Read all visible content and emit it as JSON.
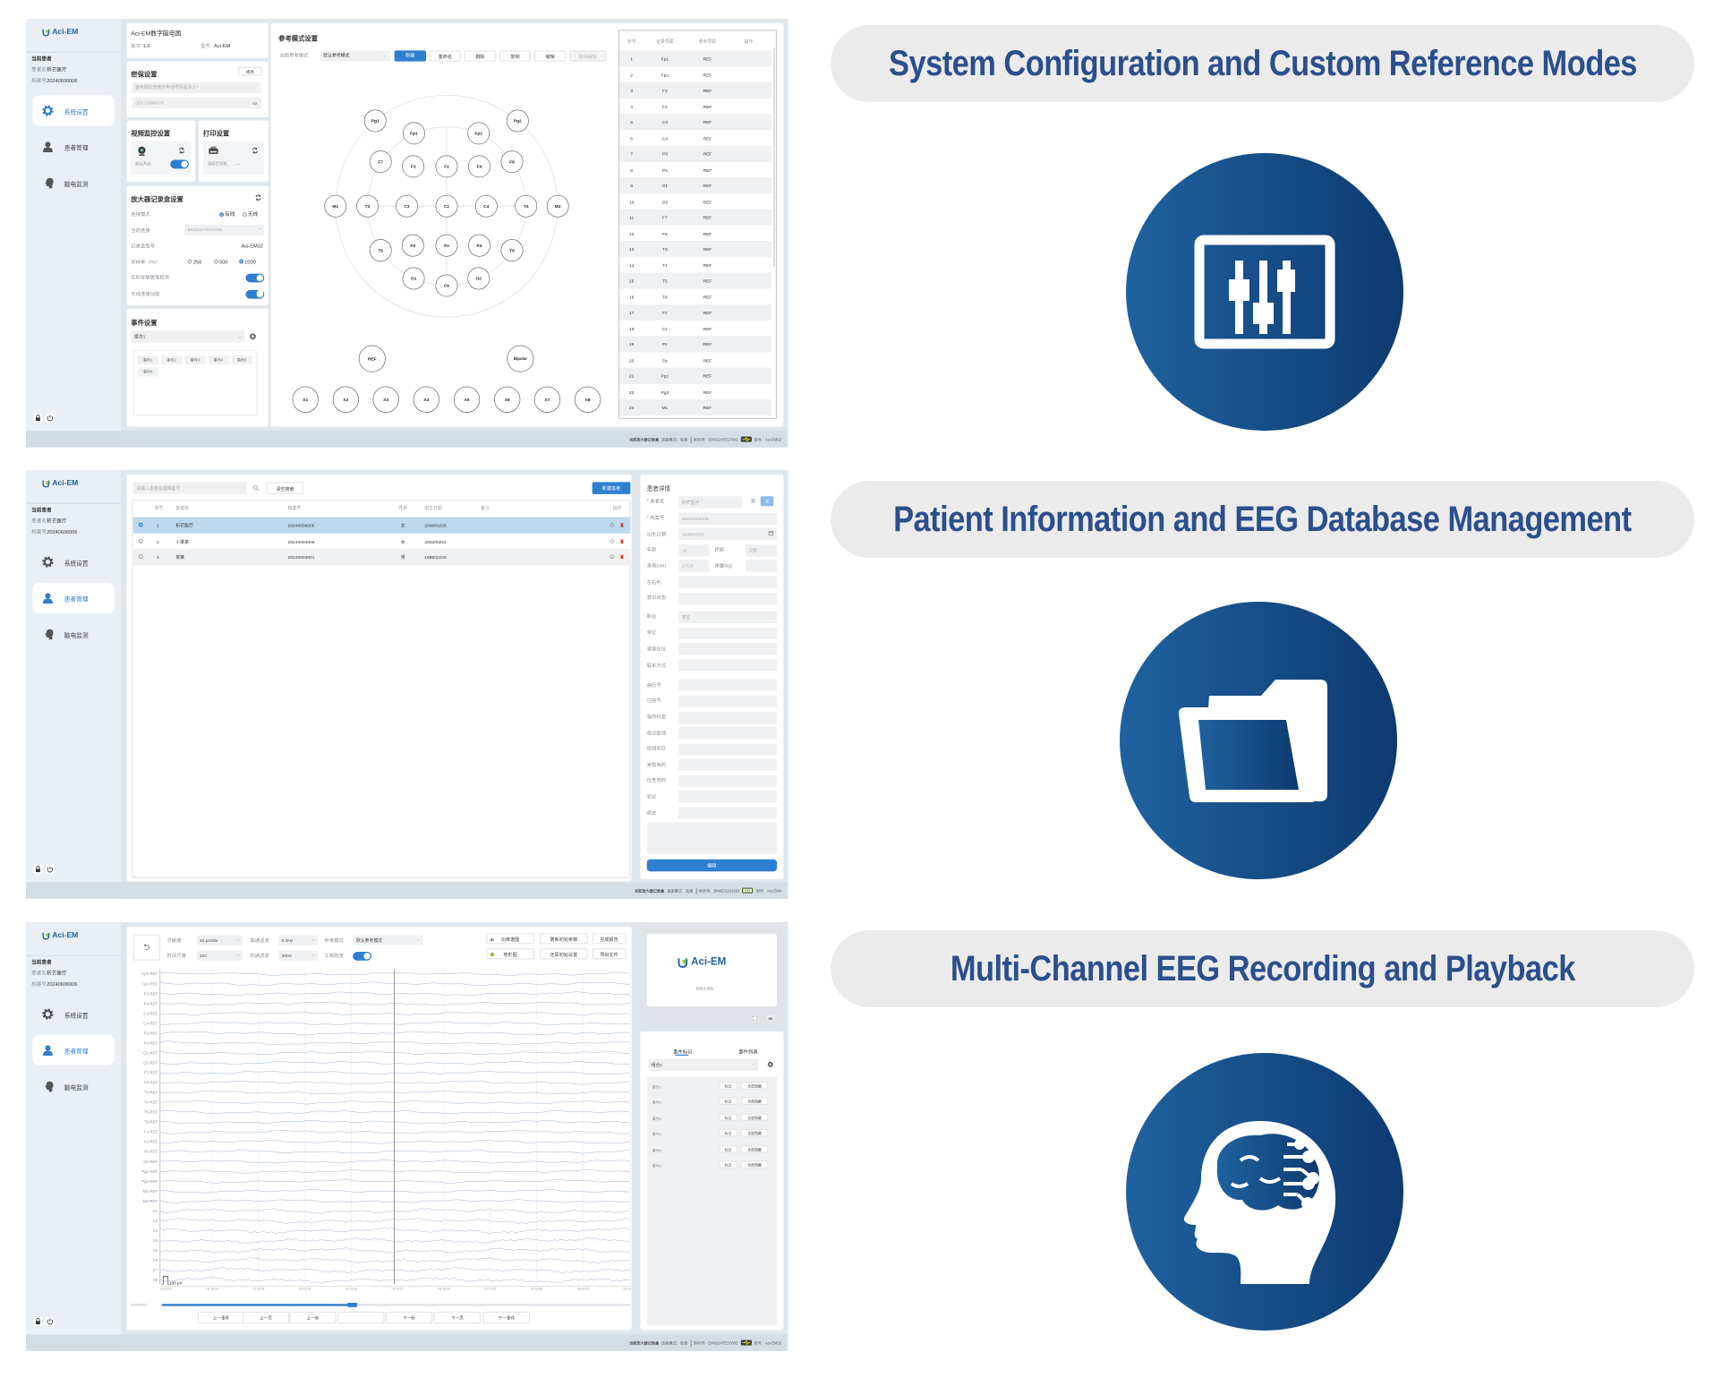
{
  "brand": "Aci-EM",
  "colors": {
    "accent": "#2f7fd0",
    "section_title": "#2b4f8c",
    "icon_gradient_start": "#1f62a0",
    "icon_gradient_end": "#0e3a70",
    "delete": "#d9342b"
  },
  "sections": [
    {
      "title": "System Configuration and Custom Reference Modes",
      "icon": "sliders-icon"
    },
    {
      "title": "Patient Information and EEG Database Management",
      "icon": "folder-icon"
    },
    {
      "title": "Multi-Channel EEG Recording and Playback",
      "icon": "brain-head-icon"
    }
  ],
  "sidebar": {
    "current_patient_label": "当前患者",
    "patient_name_label": "患者名",
    "patient_name": "析芒医疗",
    "file_no_label": "档案号",
    "file_no": "20240606006",
    "nav": [
      {
        "label": "系统设置",
        "icon": "gear-icon"
      },
      {
        "label": "患者管理",
        "icon": "user-icon"
      },
      {
        "label": "脑电监测",
        "icon": "head-icon"
      }
    ]
  },
  "status_wired": {
    "device": "当前放大器记录盒",
    "mode_label": "连接模式:",
    "mode": "有线",
    "serial_label": "序列号:",
    "serial": "EM3224TES7002",
    "model_label": "型号:",
    "model": "Aci-EM32"
  },
  "status_wireless": {
    "device": "当前放大器记录盒",
    "mode_label": "连接模式:",
    "mode": "无线",
    "serial_label": "序列号:",
    "serial": "EM4231101003",
    "model_label": "型号:",
    "model": "Aci-EM4"
  },
  "system": {
    "info": {
      "title": "Aci-EM数字脑电图",
      "version_label": "版本",
      "version": "1.0",
      "model_label": "型号",
      "model": "Aci-EM"
    },
    "security": {
      "title": "密保设置",
      "edit": "修改",
      "question_placeholder": "脑电图检查我的电话号码是多少?",
      "answer": "020-12345678"
    },
    "video": {
      "title": "视频监控设置",
      "default_on_label": "默认开启:",
      "default_on": true
    },
    "print": {
      "title": "打印设置",
      "printer_label": "当前打印机:",
      "printer": "—"
    },
    "amplifier": {
      "title": "放大器记录盒设置",
      "conn_mode_label": "连接模式",
      "conn_options": [
        "有线",
        "无线"
      ],
      "conn_selected": "有线",
      "current_conn_label": "当前连接",
      "current_conn": "EM3224TES7002",
      "box_model_label": "记录盒型号",
      "box_model": "Aci-EM32",
      "rate_label": "采样率（Hz）",
      "rate_options": [
        "250",
        "500",
        "1000"
      ],
      "rate_selected": "1000",
      "lead_off_label": "实时导联脱落检测",
      "lead_off": true,
      "wireless_label": "无线连接功能",
      "wireless": true
    },
    "events": {
      "title": "事件设置",
      "combo": "组合1",
      "tags": [
        "事件1",
        "事件2",
        "事件3",
        "事件4",
        "事件5",
        "事件6"
      ]
    },
    "montage": {
      "title": "参考模式设置",
      "current_label": "当前参考模式",
      "current": "默认参考模式",
      "buttons": [
        "新建",
        "重命名",
        "删除",
        "复制",
        "编辑",
        "取消编辑"
      ],
      "electrodes": [
        "Pg1",
        "Pg2",
        "Fp1",
        "Fp2",
        "F7",
        "F3",
        "Fz",
        "F4",
        "F8",
        "M1",
        "T3",
        "C3",
        "Cz",
        "C4",
        "T4",
        "M2",
        "T5",
        "P3",
        "Pz",
        "P4",
        "T6",
        "O1",
        "Oz",
        "O2"
      ],
      "references": [
        "REF",
        "Bipolar"
      ],
      "aux": [
        "X1",
        "X2",
        "X3",
        "X4",
        "X5",
        "X6",
        "X7",
        "X8"
      ],
      "table": {
        "headers": [
          "序号",
          "记录导联",
          "参考导联",
          "操作"
        ],
        "rows": [
          [
            "1",
            "Fp1",
            "REF"
          ],
          [
            "2",
            "Fp2",
            "REF"
          ],
          [
            "3",
            "F3",
            "REF"
          ],
          [
            "4",
            "F4",
            "REF"
          ],
          [
            "5",
            "C3",
            "REF"
          ],
          [
            "6",
            "C4",
            "REF"
          ],
          [
            "7",
            "P3",
            "REF"
          ],
          [
            "8",
            "P4",
            "REF"
          ],
          [
            "9",
            "O1",
            "REF"
          ],
          [
            "10",
            "O2",
            "REF"
          ],
          [
            "11",
            "F7",
            "REF"
          ],
          [
            "12",
            "F8",
            "REF"
          ],
          [
            "13",
            "T3",
            "REF"
          ],
          [
            "14",
            "T4",
            "REF"
          ],
          [
            "15",
            "T5",
            "REF"
          ],
          [
            "16",
            "T6",
            "REF"
          ],
          [
            "17",
            "Fz",
            "REF"
          ],
          [
            "18",
            "Cz",
            "REF"
          ],
          [
            "19",
            "Pz",
            "REF"
          ],
          [
            "20",
            "Oz",
            "REF"
          ],
          [
            "21",
            "Pg1",
            "REF"
          ],
          [
            "22",
            "Pg2",
            "REF"
          ],
          [
            "23",
            "M1",
            "REF"
          ]
        ]
      }
    }
  },
  "patients": {
    "search_placeholder": "请输入患者名或档案号",
    "clear": "清空搜索",
    "new": "新建患者",
    "headers": [
      "序号",
      "患者名",
      "档案号",
      "性别",
      "出生日期",
      "备注",
      "操作"
    ],
    "rows": [
      {
        "no": "1",
        "name": "析芒医疗",
        "file": "20240606006",
        "sex": "女",
        "dob": "2006/02/26",
        "note": "",
        "selected": true
      },
      {
        "no": "2",
        "name": "卜某某",
        "file": "20240604006",
        "sex": "女",
        "dob": "2002/03/22",
        "note": "",
        "selected": false
      },
      {
        "no": "3",
        "name": "章某",
        "file": "20240604001",
        "sex": "男",
        "dob": "1996/10/29",
        "note": "",
        "selected": false
      }
    ],
    "detail": {
      "title": "患者详情",
      "name_label": "* 患者名",
      "name": "析芒医疗",
      "sex_options": [
        "男",
        "女"
      ],
      "sex": "女",
      "file_label": "* 档案号",
      "file": "20240606006",
      "dob_label": "出生日期",
      "dob": "2006/02/26",
      "age_label": "年龄",
      "age": "18",
      "ethnic_label": "民族",
      "ethnic": "汉族",
      "height_label": "身高(cm)",
      "height": "171.0",
      "weight_label": "体重(kg)",
      "weight": "",
      "fields": [
        {
          "label": "左右利",
          "value": ""
        },
        {
          "label": "意识状态",
          "value": ""
        },
        {
          "label": "职业",
          "value": "学生"
        },
        {
          "label": "单位",
          "value": ""
        },
        {
          "label": "家庭住址",
          "value": ""
        },
        {
          "label": "联系方式",
          "value": ""
        },
        {
          "label": "病历号",
          "value": ""
        },
        {
          "label": "住院号",
          "value": ""
        },
        {
          "label": "临床科室",
          "value": ""
        },
        {
          "label": "临诊医师",
          "value": ""
        },
        {
          "label": "检测项目",
          "value": ""
        },
        {
          "label": "常规用药",
          "value": ""
        },
        {
          "label": "检查用药",
          "value": ""
        },
        {
          "label": "初诊",
          "value": ""
        },
        {
          "label": "病史",
          "value": ""
        }
      ],
      "edit": "编辑"
    }
  },
  "monitor": {
    "sensitivity_label": "灵敏度",
    "sensitivity": "10 μV/div",
    "highpass_label": "高通滤波",
    "highpass": "0.3Hz",
    "ref_label": "参考模式",
    "ref": "默认参考模式",
    "timescale_label": "时间尺度",
    "timescale": "10s",
    "lowpass_label": "低通滤波",
    "lowpass": "30Hz",
    "notch_label": "工频陷波",
    "notch": true,
    "actions": [
      "功率谱图",
      "更新初始参数",
      "生成报告",
      "地形图",
      "还原初始设置",
      "导出文件"
    ],
    "channels": [
      "Fp1-REF",
      "Fp2-REF",
      "F3-REF",
      "F4-REF",
      "C3-REF",
      "C4-REF",
      "P3-REF",
      "P4-REF",
      "O1-REF",
      "O2-REF",
      "F7-REF",
      "F8-REF",
      "T3-REF",
      "T4-REF",
      "T5-REF",
      "T6-REF",
      "Fz-REF",
      "Cz-REF",
      "Pz-REF",
      "Oz-REF",
      "Pg1-REF",
      "Pg2-REF",
      "M1-REF",
      "M2-REF",
      "X1",
      "X2",
      "X3",
      "X4",
      "X5",
      "X6",
      "X7",
      "X8"
    ],
    "times": [
      "09:15:32",
      "09:15:33",
      "09:15:34",
      "09:15:35",
      "09:15:36",
      "09:15:37",
      "09:15:38",
      "09:15:39",
      "09:15:40",
      "09:15:41",
      "09:15:42"
    ],
    "scale_label": "100 μV",
    "date": "2024/09/24",
    "playback_progress": 0.4,
    "nav": [
      "上一事件",
      "上一页",
      "上一秒",
      "",
      "下一秒",
      "下一页",
      "下一事件"
    ],
    "video_caption": "视频未录制",
    "tabs": [
      "事件标记",
      "事件列表"
    ],
    "combo": "组合1",
    "events": [
      "事件1",
      "事件2",
      "事件3",
      "事件4",
      "事件5",
      "事件6"
    ],
    "mark": "标记",
    "hide_all": "全部隐藏"
  }
}
